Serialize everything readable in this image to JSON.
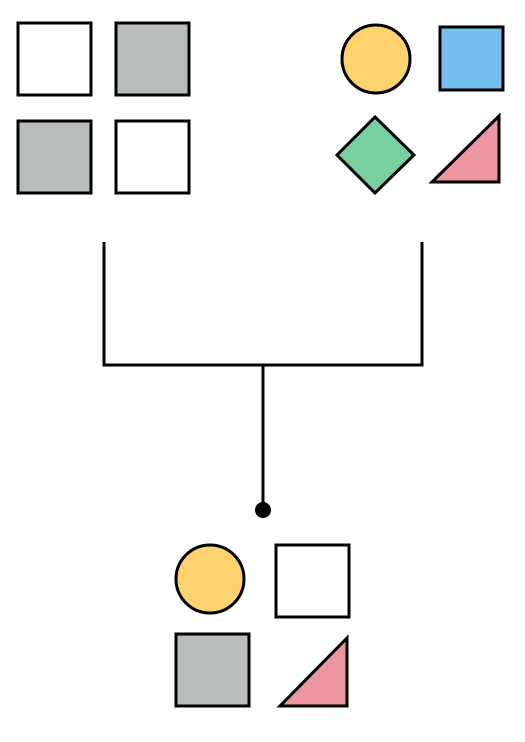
{
  "colors": {
    "stroke": "#000000",
    "white": "#ffffff",
    "gray": "#b8bcbc",
    "yellow": "#fbd26d",
    "blue": "#74bfef",
    "green": "#78cf9f",
    "pink": "#eb96a1"
  },
  "left_grid": {
    "cells": [
      {
        "shape": "square",
        "color": "white"
      },
      {
        "shape": "square",
        "color": "gray"
      },
      {
        "shape": "square",
        "color": "gray"
      },
      {
        "shape": "square",
        "color": "white"
      }
    ]
  },
  "right_grid": {
    "cells": [
      {
        "shape": "circle",
        "color": "yellow"
      },
      {
        "shape": "square",
        "color": "blue"
      },
      {
        "shape": "diamond",
        "color": "green"
      },
      {
        "shape": "right-triangle",
        "color": "pink"
      }
    ]
  },
  "result_grid": {
    "cells": [
      {
        "shape": "circle",
        "color": "yellow"
      },
      {
        "shape": "square",
        "color": "white"
      },
      {
        "shape": "square",
        "color": "gray"
      },
      {
        "shape": "right-triangle",
        "color": "pink"
      }
    ]
  }
}
